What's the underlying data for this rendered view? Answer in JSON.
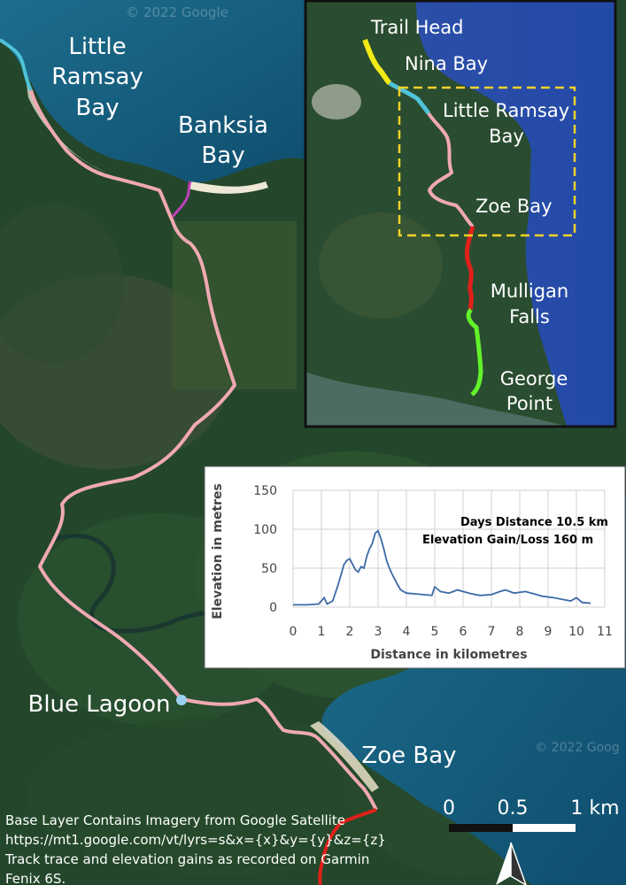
{
  "map": {
    "labels": {
      "little_ramsay_bay_1": "Little",
      "little_ramsay_bay_2": "Ramsay",
      "little_ramsay_bay_3": "Bay",
      "banksia_bay_1": "Banksia",
      "banksia_bay_2": "Bay",
      "blue_lagoon": "Blue Lagoon",
      "zoe_bay": "Zoe Bay"
    },
    "watermarks": [
      "© 2022 Google",
      "© 2022 Goog"
    ],
    "route_colors": {
      "trail_head": "#f2ea17",
      "nina_bay": "#4fc3d8",
      "main_walk": "#f0a9b2",
      "zoe_to_mulligan": "#e0201a",
      "mulligan_to_george": "#63f22a",
      "banksia_spur": "#c040b8"
    }
  },
  "inset": {
    "labels": {
      "trail_head": "Trail Head",
      "nina_bay": "Nina Bay",
      "little_ramsay_bay_1": "Little Ramsay",
      "little_ramsay_bay_2": "Bay",
      "zoe_bay": "Zoe Bay",
      "mulligan_falls_1": "Mulligan",
      "mulligan_falls_2": "Falls",
      "george_point_1": "George",
      "george_point_2": "Point"
    },
    "highlight_color": "#f2d22a"
  },
  "chart_data": {
    "type": "line",
    "ylabel": "Elevation in metres",
    "xlabel": "Distance in kilometres",
    "xlim": [
      0,
      11
    ],
    "ylim": [
      0,
      150
    ],
    "x_ticks": [
      "0",
      "1",
      "2",
      "3",
      "4",
      "5",
      "6",
      "7",
      "8",
      "9",
      "10",
      "11"
    ],
    "y_ticks": [
      "0",
      "50",
      "100",
      "150"
    ],
    "annotations": [
      "Days Distance 10.5 km",
      "Elevation Gain/Loss 160 m"
    ],
    "grid": true,
    "line_color": "#3c6aa6",
    "series": [
      {
        "x": [
          0,
          0.5,
          0.9,
          1.1,
          1.2,
          1.4,
          1.6,
          1.8,
          1.9,
          2.0,
          2.1,
          2.2,
          2.3,
          2.4,
          2.5,
          2.6,
          2.7,
          2.8,
          2.9,
          3.0,
          3.1,
          3.2,
          3.3,
          3.4,
          3.5,
          3.6,
          3.7,
          3.8,
          4.0,
          4.3,
          4.6,
          4.9,
          5.0,
          5.2,
          5.5,
          5.8,
          6.0,
          6.3,
          6.6,
          7.0,
          7.3,
          7.5,
          7.8,
          8.2,
          8.5,
          8.8,
          9.2,
          9.5,
          9.8,
          10.0,
          10.2,
          10.5
        ],
        "y": [
          3,
          3,
          4,
          12,
          4,
          8,
          30,
          55,
          60,
          62,
          55,
          48,
          45,
          52,
          50,
          65,
          75,
          82,
          95,
          98,
          88,
          75,
          60,
          50,
          42,
          35,
          28,
          22,
          18,
          17,
          16,
          15,
          26,
          20,
          18,
          22,
          20,
          17,
          15,
          16,
          20,
          22,
          18,
          20,
          17,
          14,
          12,
          10,
          8,
          12,
          6,
          5
        ]
      }
    ]
  },
  "scale_bar": {
    "ticks": [
      "0",
      "0.5",
      "1 km"
    ]
  },
  "credits": [
    "Base Layer Contains Imagery from Google Satellite",
    "https://mt1.google.com/vt/lyrs=s&x={x}&y={y}&z={z}",
    "Track trace and elevation gains as recorded on Garmin",
    "Fenix 6S."
  ]
}
